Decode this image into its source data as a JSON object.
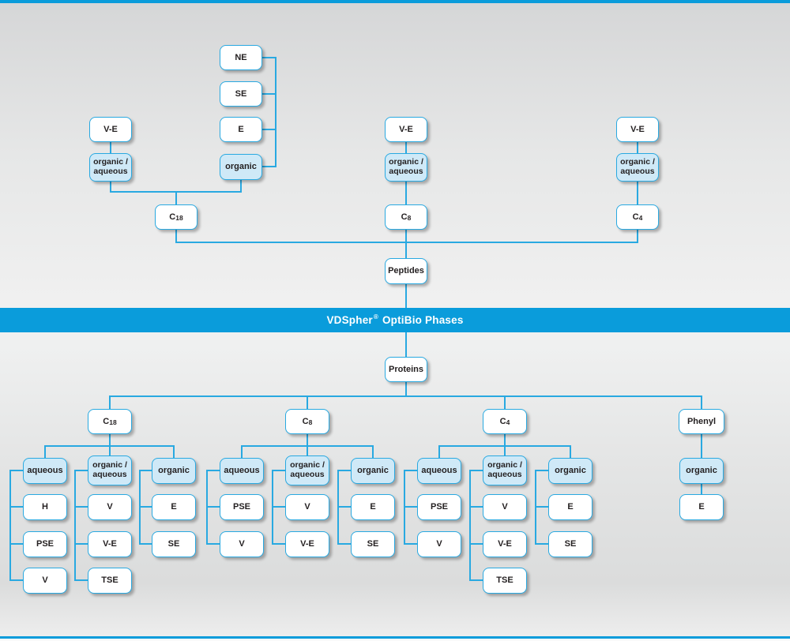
{
  "banner": {
    "brand": "VDSpher",
    "reg_mark": "®",
    "suffix": "OptiBio Phases"
  },
  "colors": {
    "banner_blue": "#0a9cdb",
    "line_blue": "#29a9e1",
    "light_box_fill": "#cfe9f7",
    "white_box_fill": "#ffffff",
    "text": "#231f20"
  },
  "peptides": {
    "root_label": "Peptides",
    "c18": {
      "head": {
        "main": "C",
        "sub": "18"
      },
      "ve": "V-E",
      "organic_aqueous": [
        "organic /",
        "aqueous"
      ],
      "eluent_chain": [
        "NE",
        "SE",
        "E"
      ],
      "eluent_mode": "organic"
    },
    "c8": {
      "head": {
        "main": "C",
        "sub": "8"
      },
      "ve": "V-E",
      "organic_aqueous": [
        "organic /",
        "aqueous"
      ]
    },
    "c4": {
      "head": {
        "main": "C",
        "sub": "4"
      },
      "ve": "V-E",
      "organic_aqueous": [
        "organic /",
        "aqueous"
      ]
    }
  },
  "proteins": {
    "root_label": "Proteins",
    "branches": [
      {
        "head": {
          "main": "C",
          "sub": "18"
        },
        "groups": [
          {
            "category": [
              "aqueous"
            ],
            "children": [
              "H",
              "PSE",
              "V"
            ]
          },
          {
            "category": [
              "organic /",
              "aqueous"
            ],
            "children": [
              "V",
              "V-E",
              "TSE"
            ]
          },
          {
            "category": [
              "organic"
            ],
            "children": [
              "E",
              "SE"
            ]
          }
        ]
      },
      {
        "head": {
          "main": "C",
          "sub": "8"
        },
        "groups": [
          {
            "category": [
              "aqueous"
            ],
            "children": [
              "PSE",
              "V"
            ]
          },
          {
            "category": [
              "organic /",
              "aqueous"
            ],
            "children": [
              "V",
              "V-E"
            ]
          },
          {
            "category": [
              "organic"
            ],
            "children": [
              "E",
              "SE"
            ]
          }
        ]
      },
      {
        "head": {
          "main": "C",
          "sub": "4"
        },
        "groups": [
          {
            "category": [
              "aqueous"
            ],
            "children": [
              "PSE",
              "V"
            ]
          },
          {
            "category": [
              "organic /",
              "aqueous"
            ],
            "children": [
              "V",
              "V-E",
              "TSE"
            ]
          },
          {
            "category": [
              "organic"
            ],
            "children": [
              "E",
              "SE"
            ]
          }
        ]
      },
      {
        "head": {
          "main": "Phenyl"
        },
        "groups": [
          {
            "category": [
              "organic"
            ],
            "children": [
              "E"
            ]
          }
        ]
      }
    ]
  }
}
